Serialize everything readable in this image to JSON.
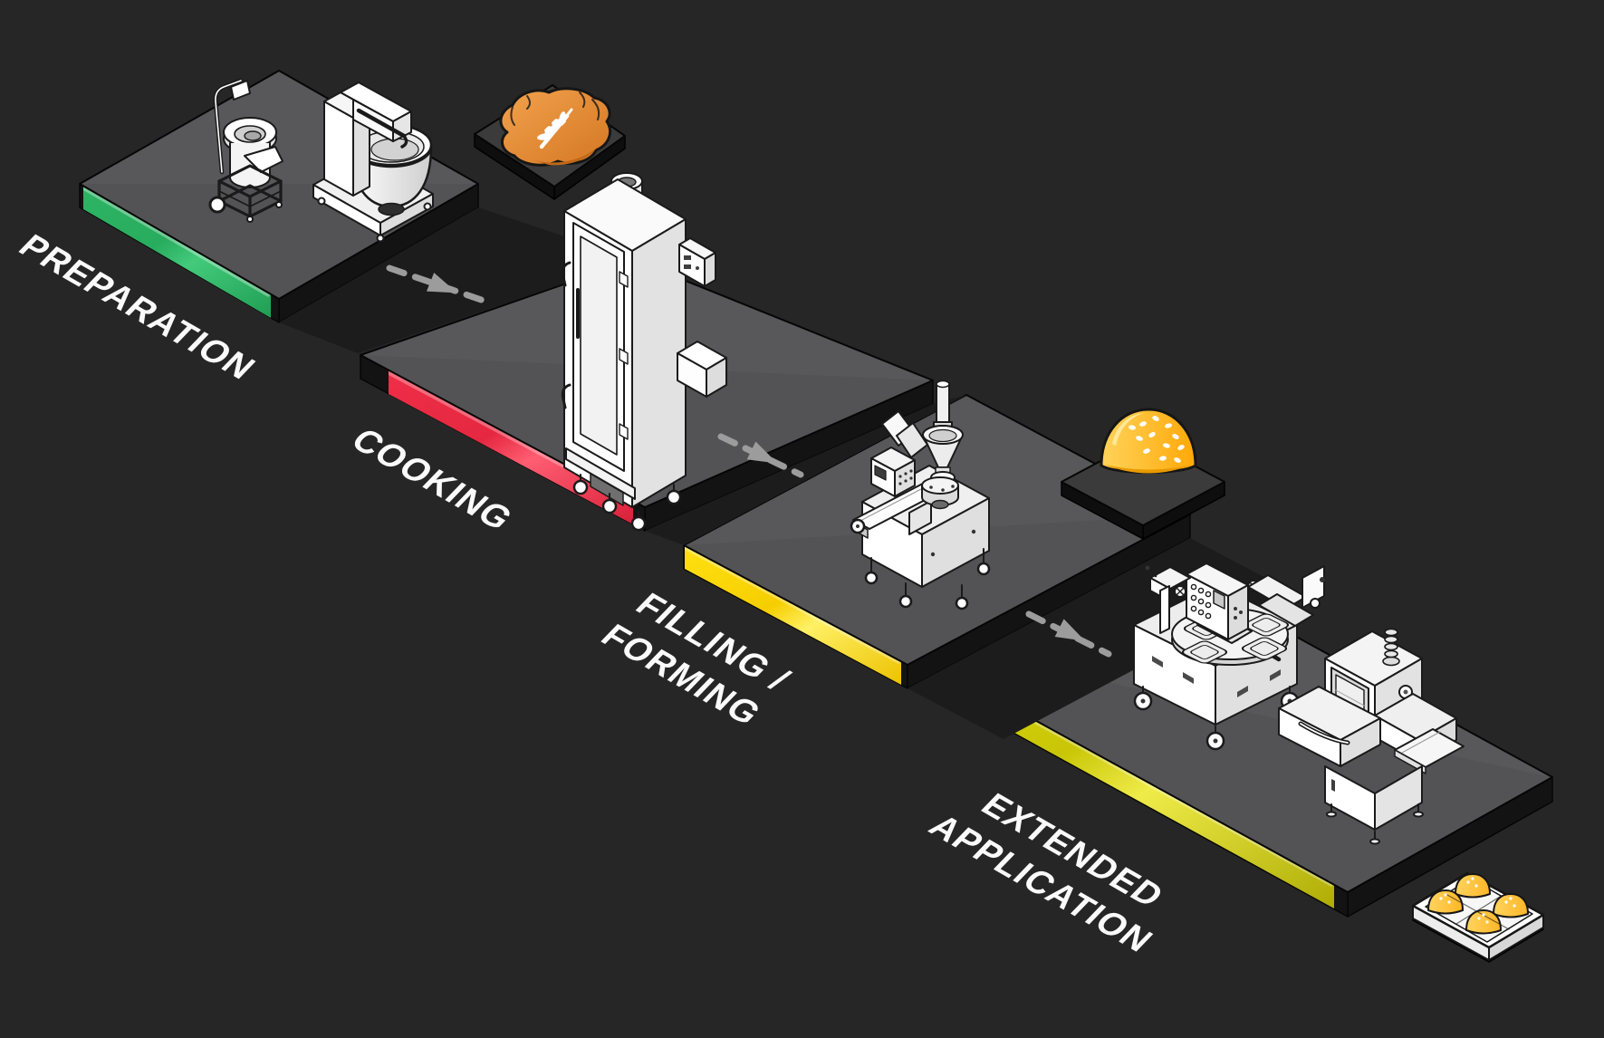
{
  "diagram": {
    "background_color": "#262626",
    "platform_top_color": "#58585A",
    "platform_side_color": "#131313",
    "shadow_band_color": "#1C1C1C",
    "connector_color": "#9C9C9C",
    "label_color": "#FAFAFA",
    "stages": [
      {
        "id": "preparation",
        "label_line1": "PREPARATION",
        "label_line2": "",
        "accent_color": "#2EB465",
        "equipment": [
          "flour-sifter",
          "spiral-dough-mixer"
        ]
      },
      {
        "id": "cooking",
        "label_line1": "COOKING",
        "label_line2": "",
        "accent_color": "#F1334B",
        "equipment": [
          "smokehouse-oven"
        ]
      },
      {
        "id": "filling-forming",
        "label_line1": "FILLING /",
        "label_line2": "FORMING",
        "accent_color": "#FFDD06",
        "equipment": [
          "encrusting-forming-machine"
        ]
      },
      {
        "id": "extended-application",
        "label_line1": "EXTENDED",
        "label_line2": "APPLICATION",
        "accent_color": "#D9D609",
        "equipment": [
          "rotary-moulding-machine",
          "baking-conveyor-oven"
        ]
      }
    ],
    "products": [
      {
        "id": "flour-bag",
        "description": "sack of flour with wheat symbol",
        "color": "#E89140"
      },
      {
        "id": "sesame-bun",
        "description": "round bun with sesame seeds",
        "color": "#FFBC1E"
      },
      {
        "id": "bun-tray",
        "description": "tray with four buns",
        "bun_count": 4,
        "color": "#FFC83C"
      }
    ]
  }
}
